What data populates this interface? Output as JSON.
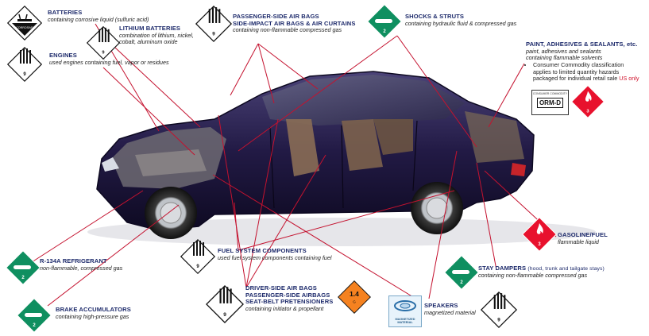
{
  "colors": {
    "title": "#1d2a6b",
    "leader": "#c4122f",
    "nonflammable_gas": "#0f8f60",
    "flammable": "#e8112d",
    "explosive": "#f58220",
    "car_body": "#1a1436"
  },
  "labels": {
    "batteries": {
      "title": "BATTERIES",
      "desc": "containing corrosive liquid (sulfuric acid)"
    },
    "lithium": {
      "title": "LITHIUM BATTERIES",
      "desc1": "combination of lithium, nickel,",
      "desc2": "cobalt, aluminum oxide"
    },
    "engines": {
      "title": "ENGINES",
      "desc": "used engines containing fuel, vapor or residues"
    },
    "passenger_airbags": {
      "title1": "PASSENGER-SIDE AIR BAGS",
      "title2": "SIDE-IMPACT AIR BAGS & AIR CURTAINS",
      "desc": "containing non-flammable compressed gas"
    },
    "shocks": {
      "title": "SHOCKS & STRUTS",
      "desc": "containing hydraulic fluid & compressed gas"
    },
    "paint": {
      "title": "PAINT, ADHESIVES & SEALANTS, etc.",
      "desc1": "paint, adhesives and sealants",
      "desc2": "containing flammable solvents",
      "bullet1": "Consumer Commodity classification",
      "bullet2": "applies to limited quantity hazards",
      "bullet3": "packaged for individual retail sale",
      "us_only": "US only"
    },
    "refrigerant": {
      "title": "R-134A REFRIGERANT",
      "desc": "non-flammable, compressed gas"
    },
    "brake": {
      "title": "BRAKE ACCUMULATORS",
      "desc": "containing high-pressure gas"
    },
    "fuel_system": {
      "title": "FUEL SYSTEM COMPONENTS",
      "desc": "used fuel system components containing fuel"
    },
    "driver_airbags": {
      "title1": "DRIVER-SIDE AIR BAGS",
      "title2": "PASSENGER-SIDE AIRBAGS",
      "title3": "SEAT-BELT PRETENSIONERS",
      "desc": "containing initiator & propellant"
    },
    "speakers": {
      "title": "SPEAKERS",
      "desc": "magnetized material"
    },
    "gasoline": {
      "title": "GASOLINE/FUEL",
      "desc": "flammable liquid"
    },
    "stay_dampers": {
      "title": "STAY DAMPERS",
      "title_note": "(hood, trunk and tailgate stays)",
      "desc": "containing non-flammable compressed gas"
    }
  },
  "placard_text": {
    "class8": "CORROSIVE",
    "class9": "9",
    "class2": "2",
    "class3": "3",
    "explosive_num": "1.4",
    "explosive_sub": "G",
    "orm_small": "CONSUMER COMMODITY",
    "orm_big": "ORM-D",
    "magnetized": "MAGNETIZED MATERIAL"
  },
  "icons": {
    "corrosive": "corrosive-placard-icon",
    "misc": "class9-striped-placard-icon",
    "gas": "nonflammable-gas-placard-icon",
    "flammable": "flammable-placard-icon",
    "explosive": "explosive-placard-icon",
    "magnet": "magnetized-material-label-icon"
  }
}
